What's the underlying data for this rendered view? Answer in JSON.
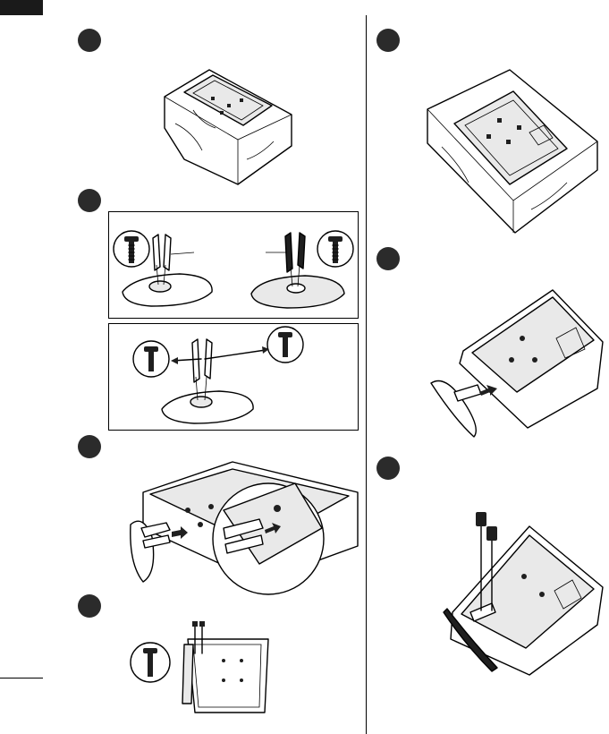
{
  "steps": [
    {
      "marker": "step-1"
    },
    {
      "marker": "step-2"
    },
    {
      "marker": "step-3"
    },
    {
      "marker": "step-4"
    },
    {
      "marker": "step-5"
    },
    {
      "marker": "step-6"
    },
    {
      "marker": "step-7"
    }
  ],
  "icons": {
    "screw": "screw-icon",
    "arrow": "arrow-icon",
    "tv": "tv-back-icon",
    "stand": "stand-icon"
  }
}
